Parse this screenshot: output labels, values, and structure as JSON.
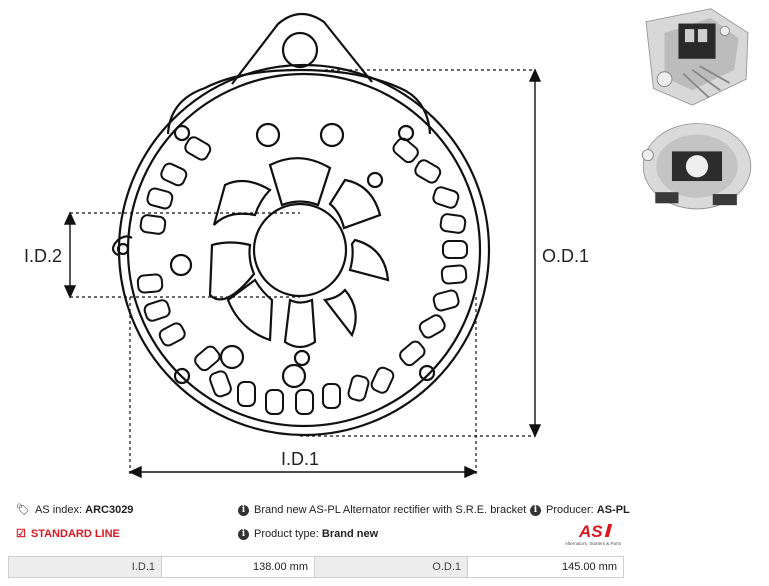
{
  "drawing": {
    "labels": {
      "id2": "I.D.2",
      "od1": "O.D.1",
      "id1": "I.D.1"
    }
  },
  "images": [
    {
      "icon": "rectifier-photo-top"
    },
    {
      "icon": "rectifier-photo-bottom"
    }
  ],
  "info": {
    "as_index_label": "AS index:",
    "as_index_value": "ARC3029",
    "description": "Brand new AS-PL Alternator rectifier with S.R.E. bracket",
    "producer_label": "Producer:",
    "producer_value": "AS-PL",
    "line": "STANDARD LINE",
    "product_type_label": "Product type:",
    "product_type_value": "Brand new"
  },
  "logo": {
    "mark": "AS",
    "tagline": "Alternators, Starters & Parts",
    "color": "#d9181f"
  },
  "dimensions": [
    {
      "label": "I.D.1",
      "value": "138.00 mm"
    },
    {
      "label": "O.D.1",
      "value": "145.00 mm"
    }
  ]
}
